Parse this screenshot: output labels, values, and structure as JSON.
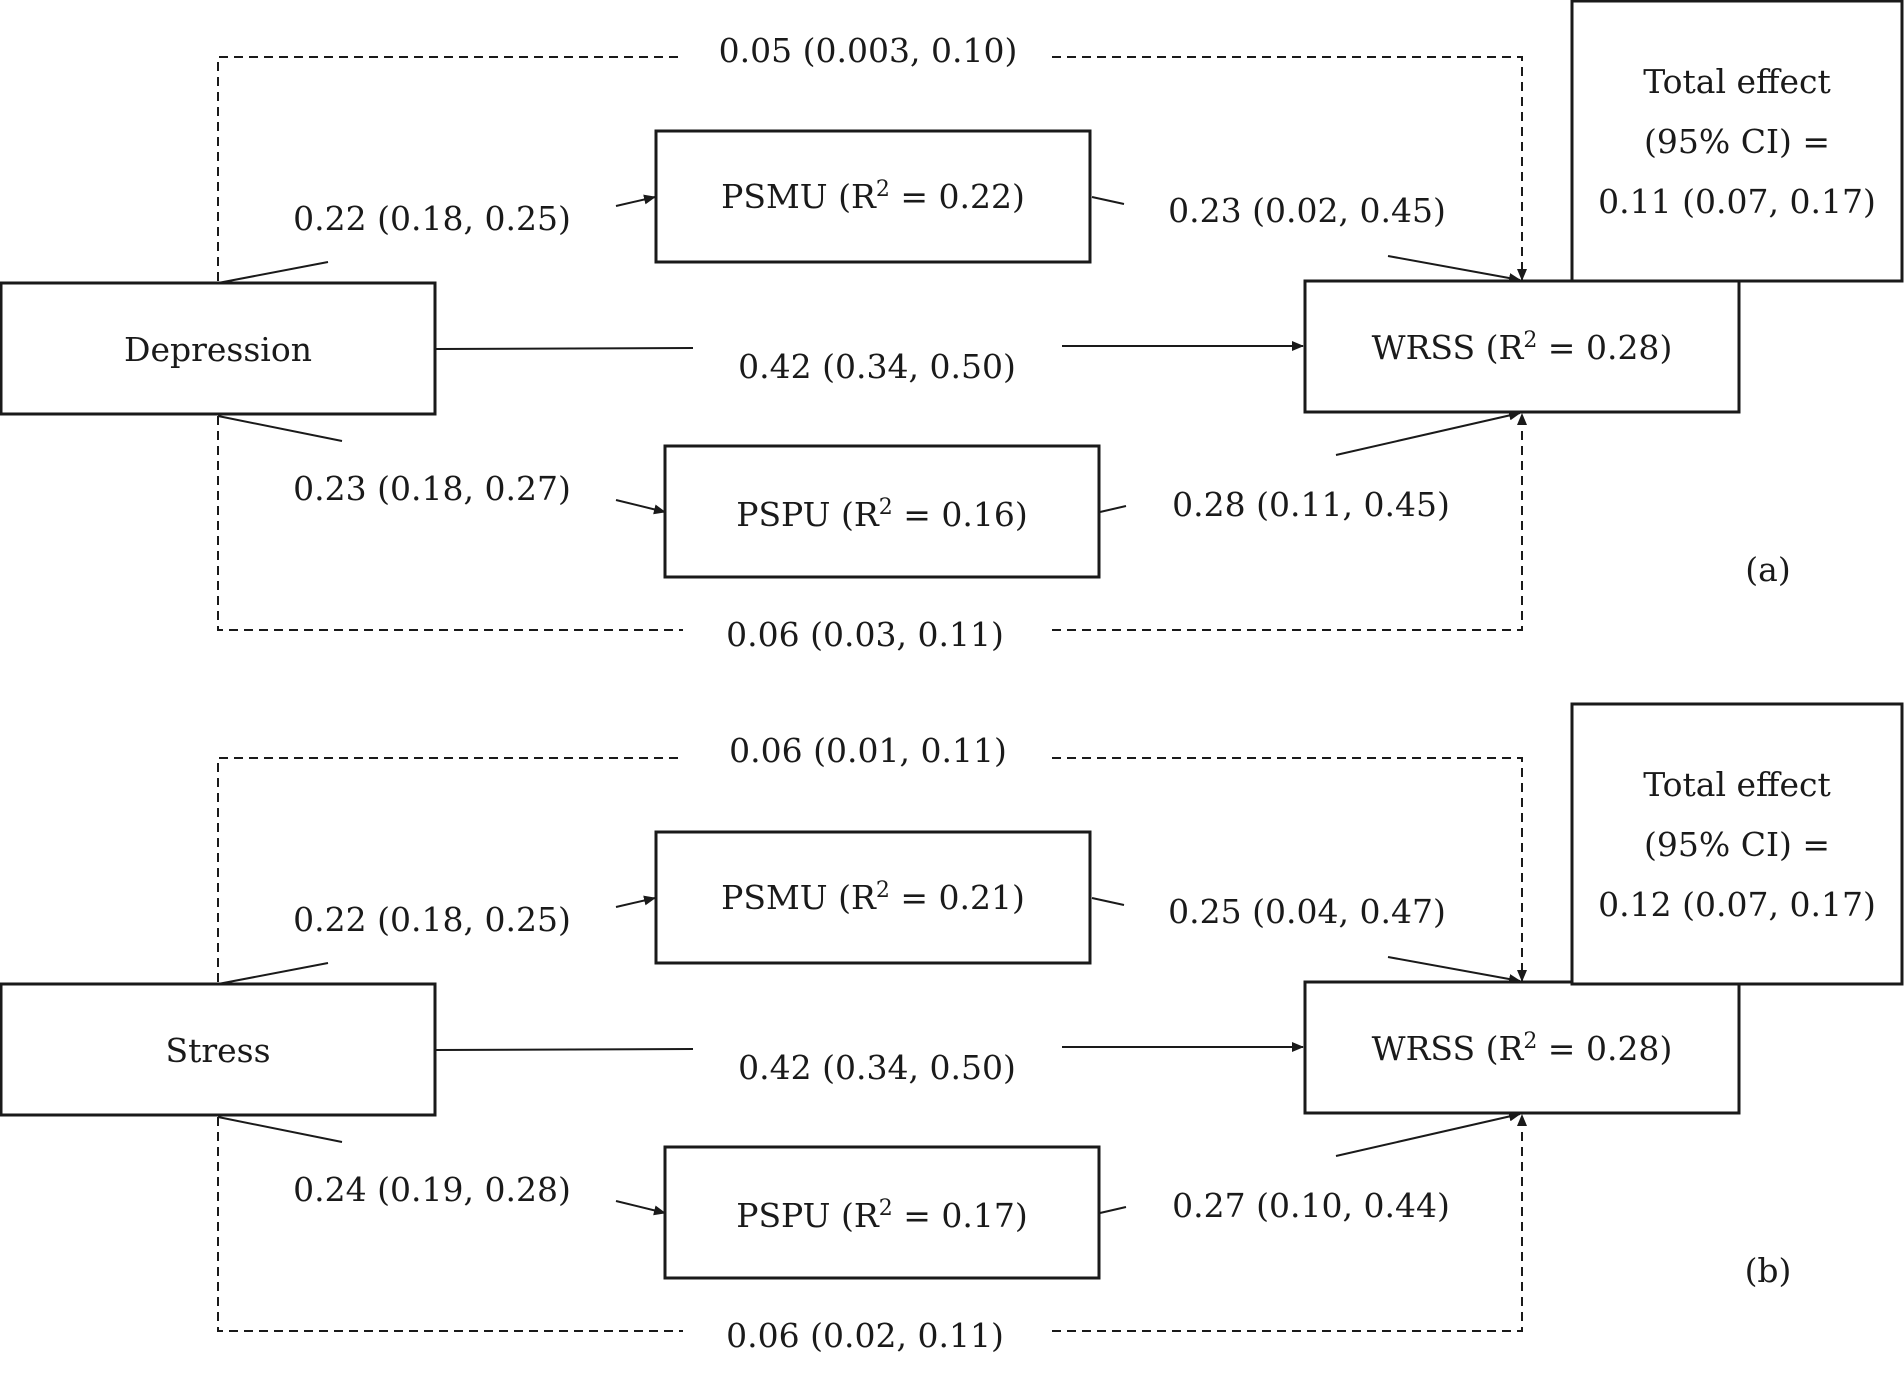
{
  "panels": [
    {
      "tag": "(a)",
      "predictor": "Depression",
      "mediator_top": {
        "name": "PSMU",
        "r2": "0.22"
      },
      "mediator_bottom": {
        "name": "PSPU",
        "r2": "0.16"
      },
      "outcome": {
        "name": "WRSS",
        "r2": "0.28"
      },
      "total_effect": {
        "line1": "Total effect",
        "line2": "(95% CI) =",
        "line3": "0.11 (0.07, 0.17)"
      },
      "paths": {
        "indirect_top": "0.05 (0.003, 0.10)",
        "pred_to_top": "0.22 (0.18, 0.25)",
        "top_to_out": "0.23 (0.02, 0.45)",
        "direct": "0.42 (0.34, 0.50)",
        "pred_to_bottom": "0.23 (0.18, 0.27)",
        "bottom_to_out": "0.28 (0.11, 0.45)",
        "indirect_bottom": "0.06 (0.03, 0.11)"
      }
    },
    {
      "tag": "(b)",
      "predictor": "Stress",
      "mediator_top": {
        "name": "PSMU",
        "r2": "0.21"
      },
      "mediator_bottom": {
        "name": "PSPU",
        "r2": "0.17"
      },
      "outcome": {
        "name": "WRSS",
        "r2": "0.28"
      },
      "total_effect": {
        "line1": "Total effect",
        "line2": "(95% CI) =",
        "line3": "0.12 (0.07, 0.17)"
      },
      "paths": {
        "indirect_top": "0.06 (0.01, 0.11)",
        "pred_to_top": "0.22 (0.18, 0.25)",
        "top_to_out": "0.25 (0.04, 0.47)",
        "direct": "0.42 (0.34, 0.50)",
        "pred_to_bottom": "0.24 (0.19, 0.28)",
        "bottom_to_out": "0.27 (0.10, 0.44)",
        "indirect_bottom": "0.06 (0.02, 0.11)"
      }
    }
  ],
  "r2_prefix": "R",
  "r2_sup": "2",
  "r2_eq": " = "
}
